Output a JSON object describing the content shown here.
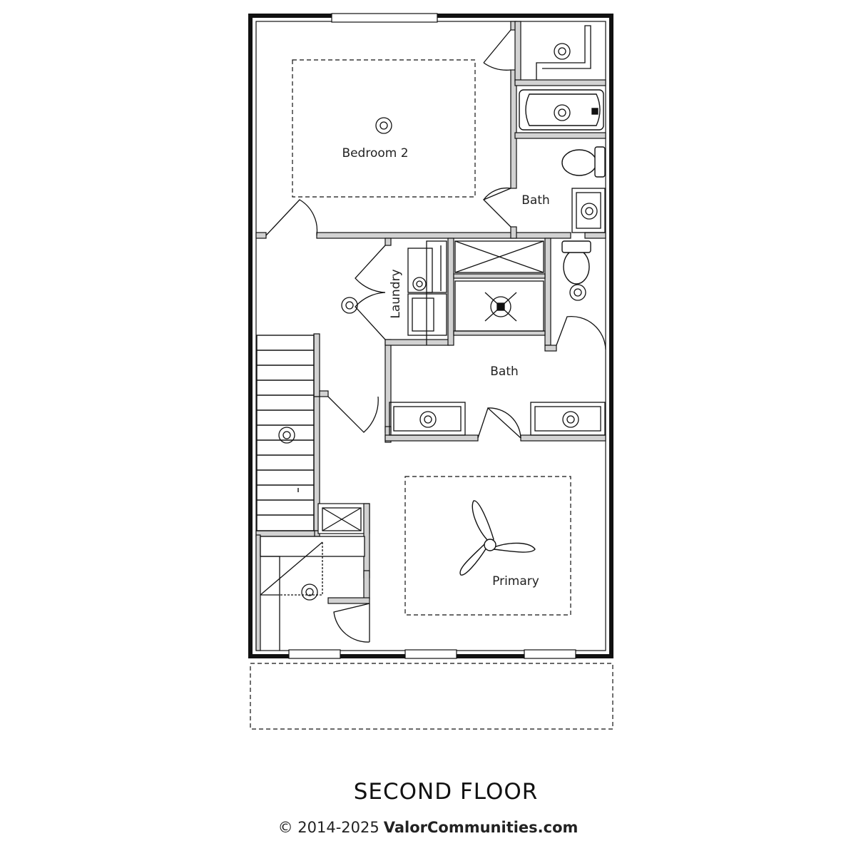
{
  "rooms": {
    "bedroom2": "Bedroom 2",
    "bath_upper": "Bath",
    "laundry": "Laundry",
    "bath_main": "Bath",
    "primary": "Primary"
  },
  "footer": {
    "title": "SECOND FLOOR",
    "copyright": "© 2014-2025",
    "brand": "ValorCommunities.com"
  },
  "colors": {
    "wall_fill": "#d2d2d2",
    "wall_stroke": "#111111",
    "outer_wall": "#111111"
  }
}
